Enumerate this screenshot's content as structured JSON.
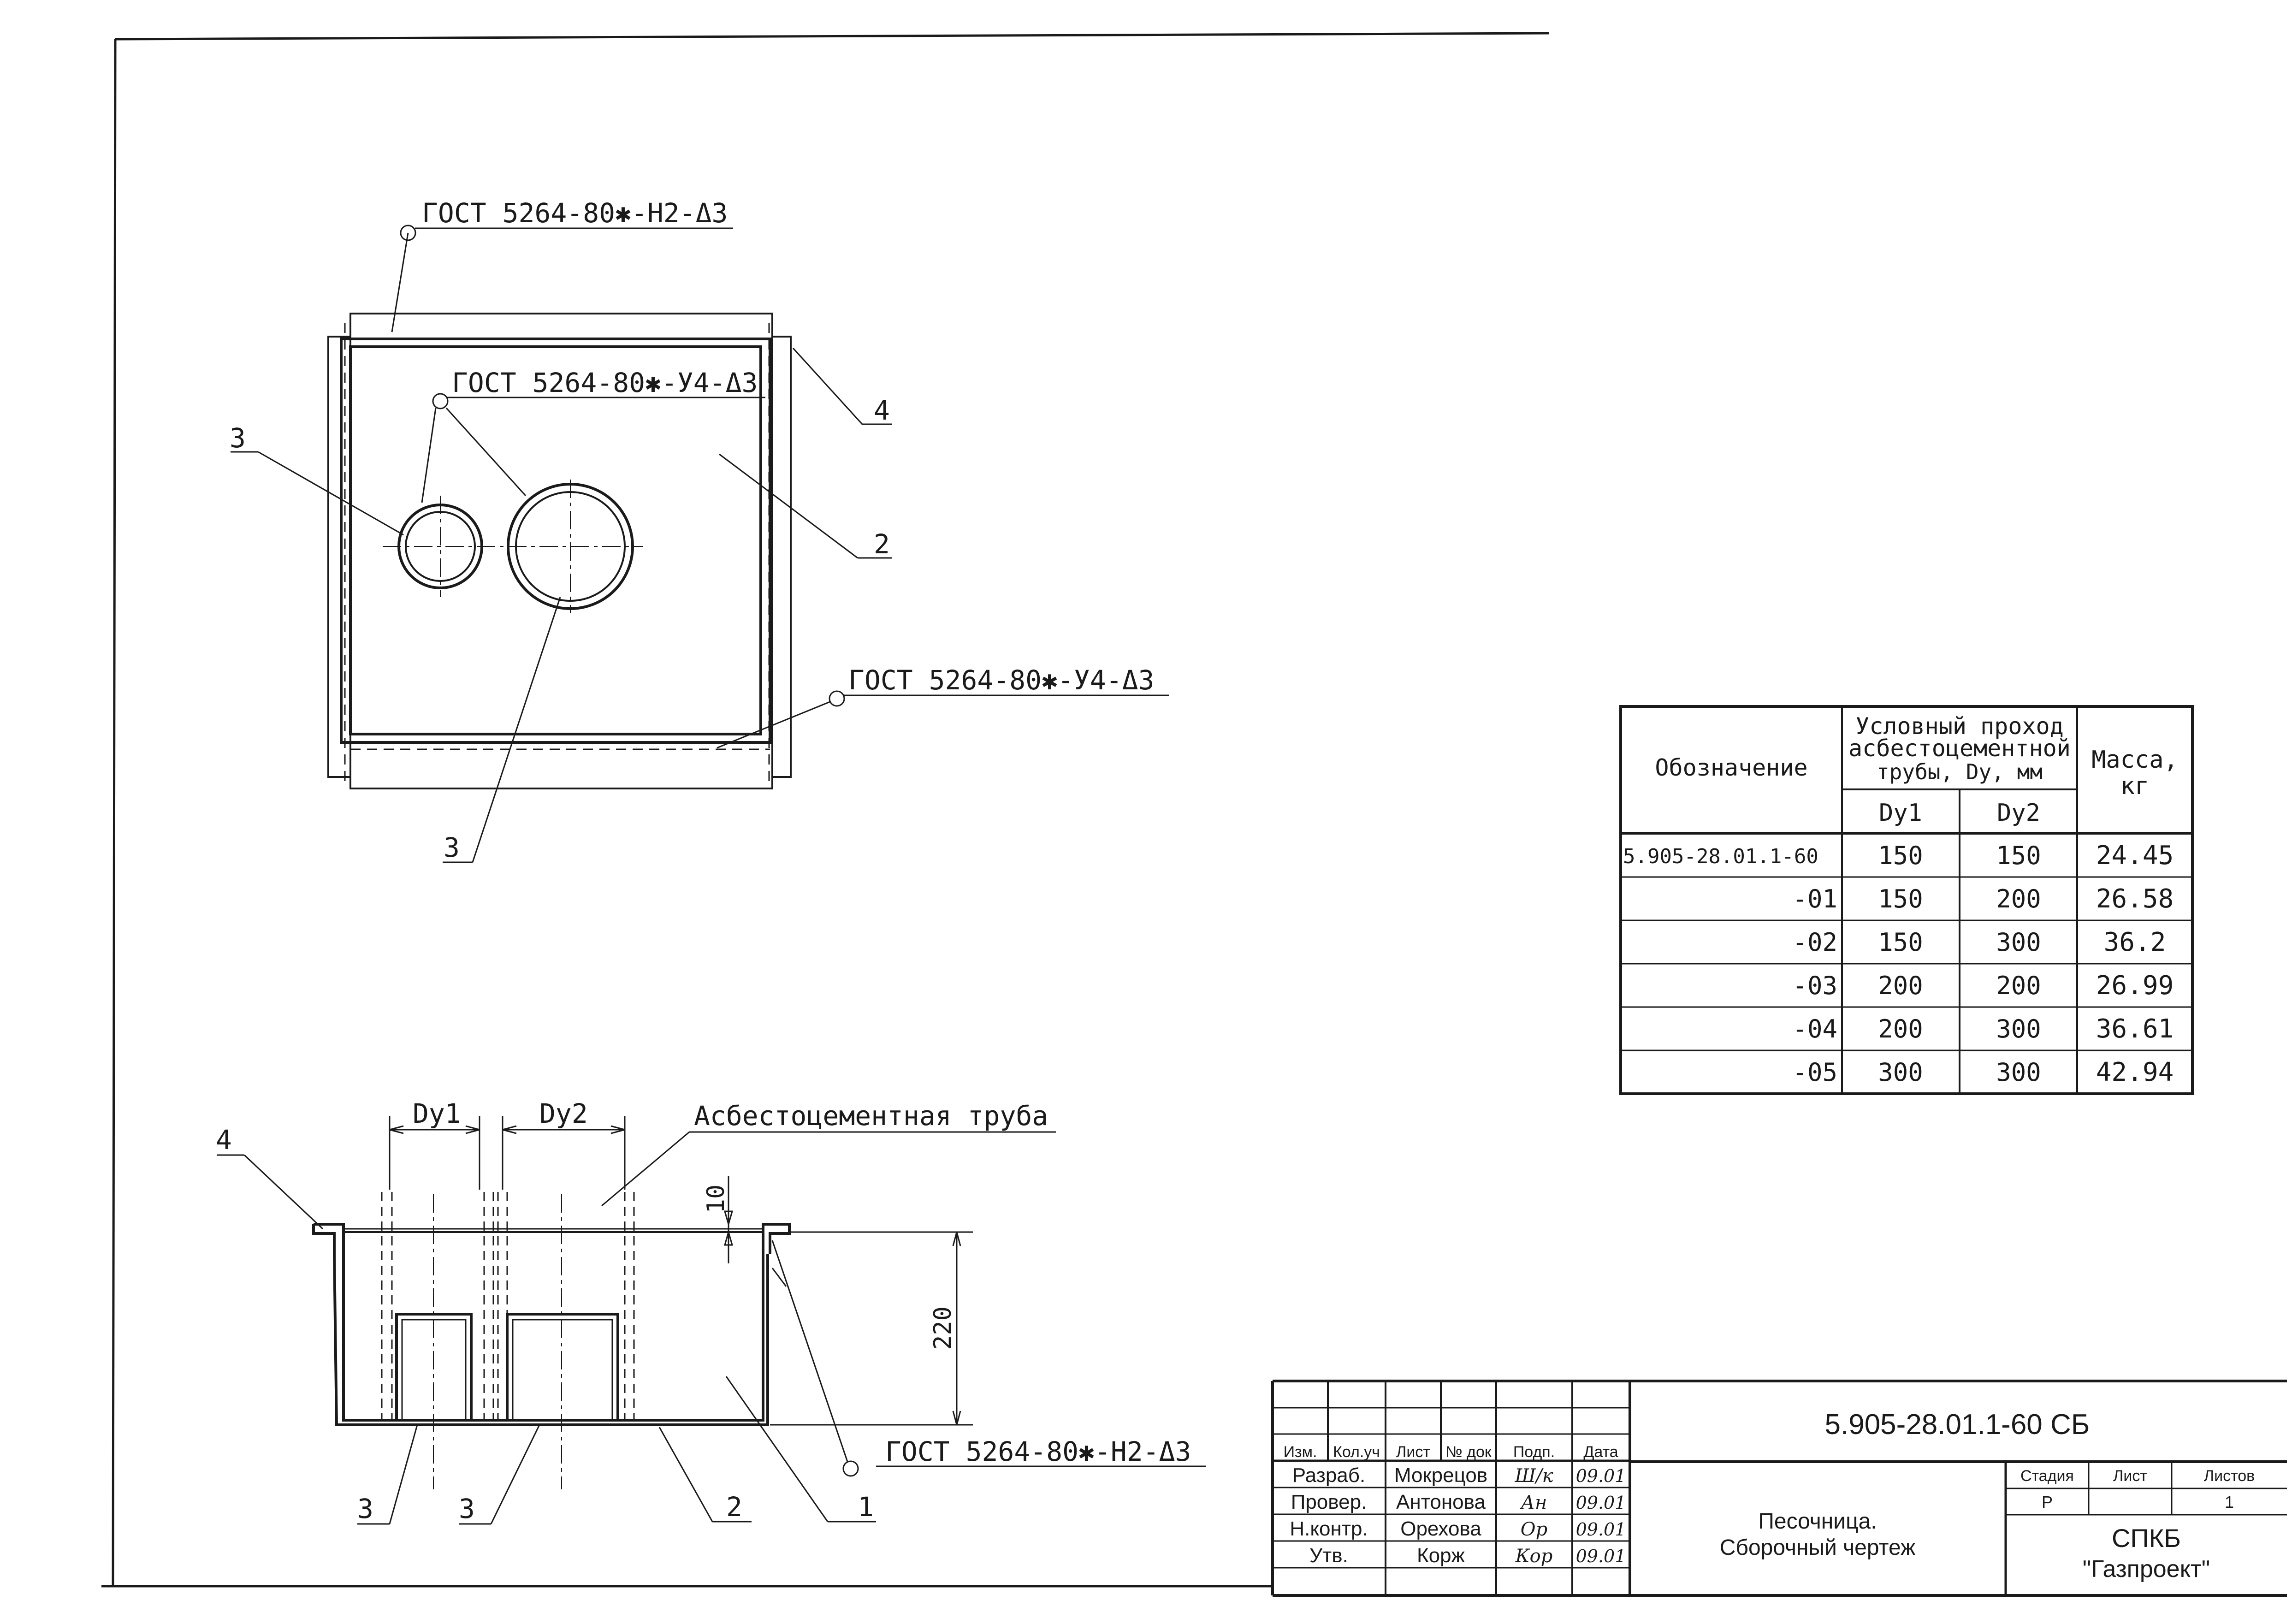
{
  "welds": {
    "top": "ГОСТ 5264-80✱-Н2-Δ3",
    "inner": "ГОСТ 5264-80✱-У4-Δ3",
    "bottom": "ГОСТ 5264-80✱-У4-Δ3",
    "section": "ГОСТ 5264-80✱-Н2-Δ3"
  },
  "plan_callouts": {
    "left_pipe": "3",
    "plate": "2",
    "frame": "4",
    "lower_pipe": "3"
  },
  "section_callouts": {
    "flange": "4",
    "pipe_a": "3",
    "pipe_b": "3",
    "bottom": "2",
    "shell": "1"
  },
  "section_labels": {
    "pipe_name": "Асбестоцементная труба",
    "dy1": "Dу1",
    "dy2": "Dу2",
    "dim_10": "10",
    "dim_220": "220"
  },
  "spec_table": {
    "h_designation": "Обозначение",
    "h_passage_lines": [
      "Условный проход",
      "асбестоцементной",
      "трубы, Dу, мм"
    ],
    "h_dy1": "Dу1",
    "h_dy2": "Dу2",
    "h_mass_lines": [
      "Масса,",
      "кг"
    ],
    "rows": [
      {
        "designation": "5.905-28.01.1-60",
        "dy1": "150",
        "dy2": "150",
        "mass": "24.45"
      },
      {
        "designation": "-01",
        "dy1": "150",
        "dy2": "200",
        "mass": "26.58"
      },
      {
        "designation": "-02",
        "dy1": "150",
        "dy2": "300",
        "mass": "36.2"
      },
      {
        "designation": "-03",
        "dy1": "200",
        "dy2": "200",
        "mass": "26.99"
      },
      {
        "designation": "-04",
        "dy1": "200",
        "dy2": "300",
        "mass": "36.61"
      },
      {
        "designation": "-05",
        "dy1": "300",
        "dy2": "300",
        "mass": "42.94"
      }
    ]
  },
  "title_block": {
    "doc_number": "5.905-28.01.1-60 СБ",
    "hdr": {
      "izm": "Изм.",
      "kol": "Кол.уч",
      "list": "Лист",
      "ndok": "№ док",
      "podp": "Подп.",
      "data": "Дата"
    },
    "people": [
      {
        "role": "Разраб.",
        "name": "Мокрецов",
        "sign": "Ш/к",
        "date": "09.01"
      },
      {
        "role": "Провер.",
        "name": "Антонова",
        "sign": "Ан",
        "date": "09.01"
      },
      {
        "role": "Н.контр.",
        "name": "Орехова",
        "sign": "Ор",
        "date": "09.01"
      },
      {
        "role": "Утв.",
        "name": "Корж",
        "sign": "Кор",
        "date": "09.01"
      }
    ],
    "name_lines": [
      "Песочница.",
      "Сборочный чертеж"
    ],
    "stage_h": "Стадия",
    "sheet_h": "Лист",
    "sheets_h": "Листов",
    "stage": "Р",
    "sheets": "1",
    "org_lines": [
      "СПКБ",
      "\"Газпроект\""
    ]
  }
}
